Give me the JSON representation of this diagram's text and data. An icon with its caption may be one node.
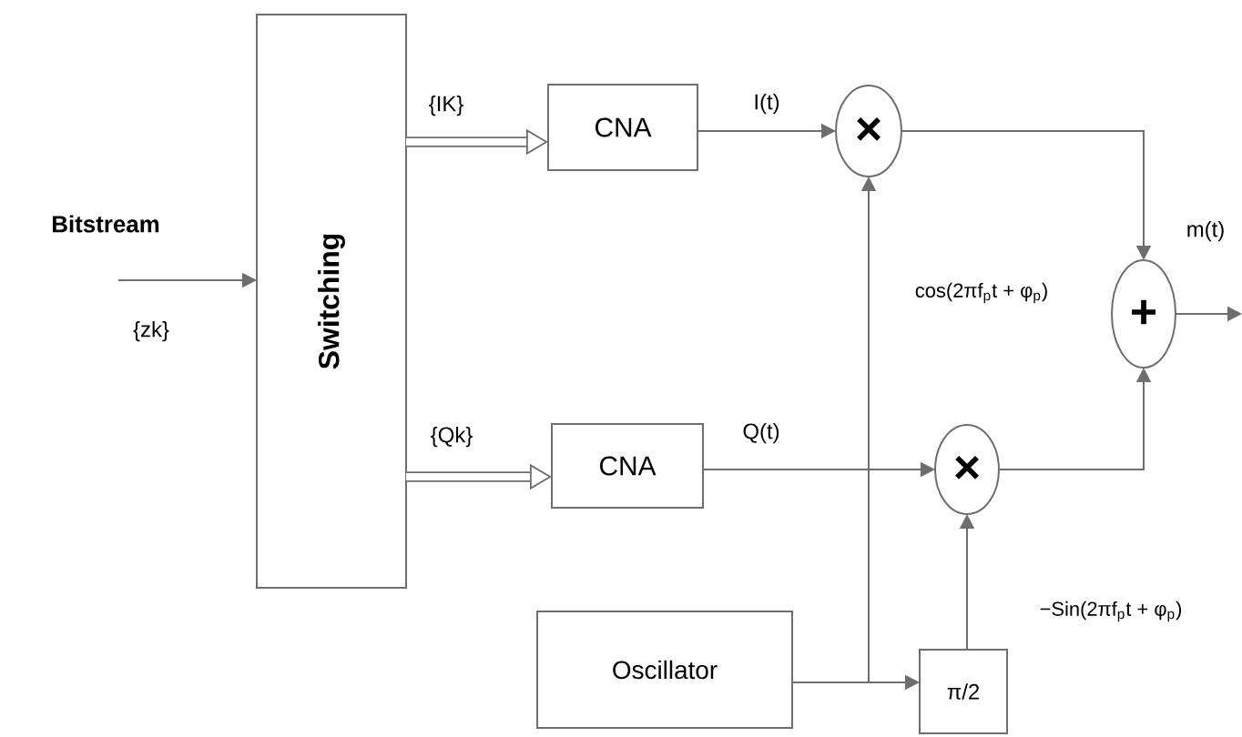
{
  "diagram": {
    "nodes": [
      {
        "text": [
          "Switching"
        ]
      },
      {
        "text": [
          "CNA"
        ]
      },
      {
        "text": [
          "CNA"
        ]
      },
      {
        "text": [
          "Oscillator"
        ]
      },
      {
        "text": [
          "×"
        ]
      },
      {
        "text": [
          "×"
        ]
      },
      {
        "text": [
          "+"
        ]
      },
      {
        "text": [
          "π/2"
        ]
      }
    ],
    "edges": [
      {
        "from": null,
        "to": 0,
        "arrow": "to",
        "label": "{zk}"
      },
      {
        "from": 0,
        "to": 1,
        "arrow": "to",
        "style": "thick",
        "label": "{IK}"
      },
      {
        "from": 0,
        "to": 2,
        "arrow": "to",
        "style": "thick",
        "label": "{Qk}"
      },
      {
        "from": 1,
        "to": 4,
        "arrow": "to",
        "label": "I(t)"
      },
      {
        "from": 2,
        "to": 5,
        "arrow": "to",
        "label": "Q(t)"
      },
      {
        "from": 3,
        "to": 4,
        "arrow": "to",
        "label": "cos(2πf$_{p}$t + φ$_{p}$)"
      },
      {
        "from": 3,
        "to": 7,
        "arrow": "to"
      },
      {
        "from": 7,
        "to": 5,
        "arrow": "to",
        "label": "−Sin(2πf$_{p}$t + φ$_{p}$)"
      },
      {
        "from": 4,
        "to": 6,
        "arrow": "to"
      },
      {
        "from": 5,
        "to": 6,
        "arrow": "to"
      },
      {
        "from": 6,
        "to": null,
        "arrow": "to"
      }
    ],
    "labels": [
      "Bitstream",
      "m(t)"
    ]
  }
}
